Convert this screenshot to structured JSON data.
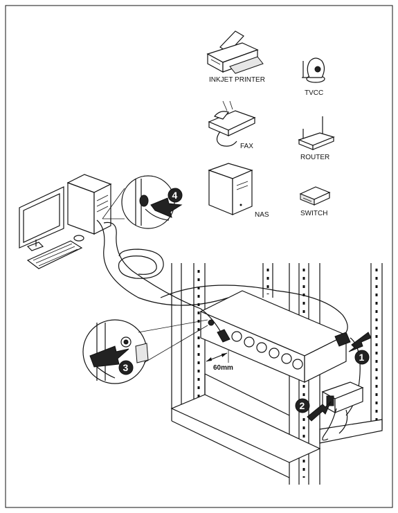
{
  "devices": {
    "inkjet_printer": "INKJET PRINTER",
    "tvcc": "TVCC",
    "fax": "FAX",
    "router": "ROUTER",
    "nas": "NAS",
    "switch": "SWITCH"
  },
  "dimension": "60mm",
  "steps": [
    "1",
    "2",
    "3",
    "4"
  ]
}
